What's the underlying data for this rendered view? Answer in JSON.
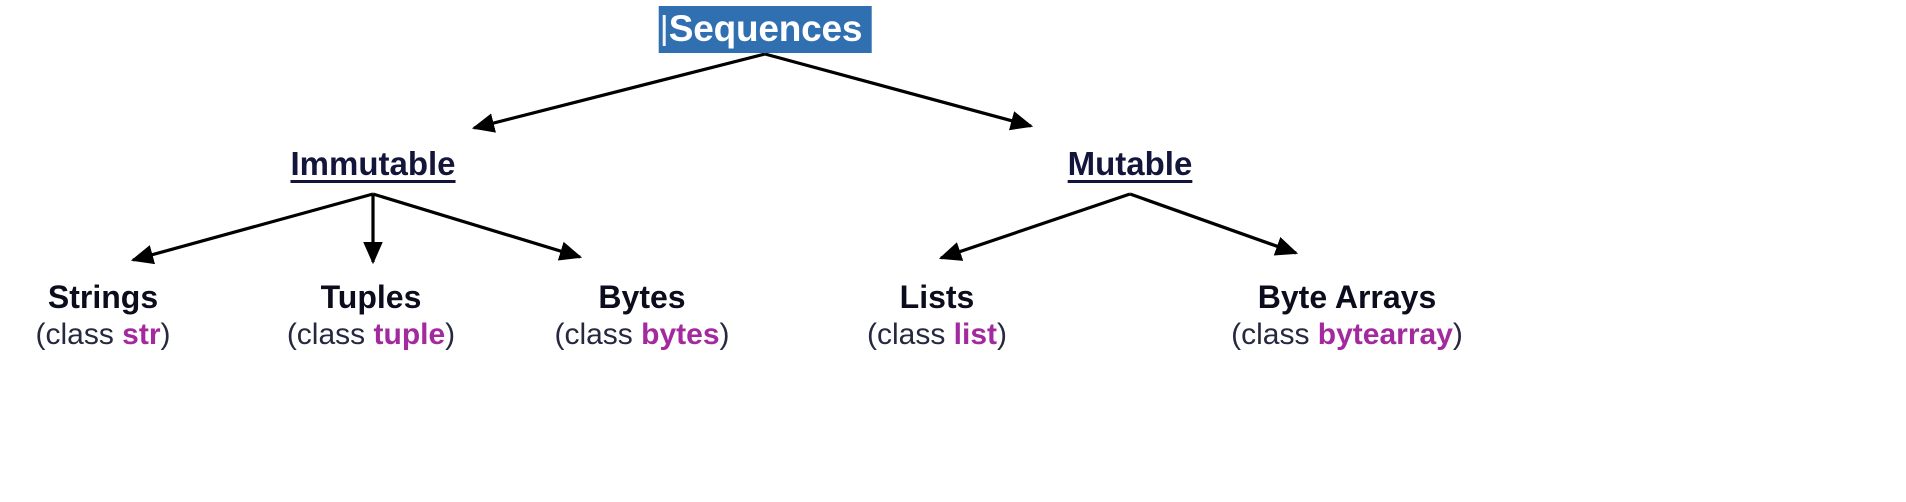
{
  "diagram": {
    "type": "tree",
    "title": "Sequences",
    "colors": {
      "highlight_blue": "#3070b0",
      "highlight_text": "#ffffff",
      "node_text": "#0b0c1c",
      "branch_text": "#13153a",
      "class_name": "#a32a9e",
      "edge": "#000000",
      "background": "#ffffff"
    },
    "root": {
      "label": "Sequences",
      "style": "selected-highlight"
    },
    "branches": [
      {
        "id": "immutable",
        "label": "Immutable"
      },
      {
        "id": "mutable",
        "label": "Mutable"
      }
    ],
    "leaves": [
      {
        "id": "strings",
        "parent": "immutable",
        "title": "Strings",
        "class_prefix": "(class ",
        "class_name": "str",
        "class_suffix": ")"
      },
      {
        "id": "tuples",
        "parent": "immutable",
        "title": "Tuples",
        "class_prefix": "(class ",
        "class_name": "tuple",
        "class_suffix": ")"
      },
      {
        "id": "bytes",
        "parent": "immutable",
        "title": "Bytes",
        "class_prefix": "(class ",
        "class_name": "bytes",
        "class_suffix": ")"
      },
      {
        "id": "lists",
        "parent": "mutable",
        "title": "Lists",
        "class_prefix": "(class ",
        "class_name": "list",
        "class_suffix": ")"
      },
      {
        "id": "bytearrays",
        "parent": "mutable",
        "title": "Byte Arrays",
        "class_prefix": "(class ",
        "class_name": "bytearray",
        "class_suffix": ")"
      }
    ],
    "edges": [
      {
        "from": "root",
        "to": "immutable"
      },
      {
        "from": "root",
        "to": "mutable"
      },
      {
        "from": "immutable",
        "to": "strings"
      },
      {
        "from": "immutable",
        "to": "tuples"
      },
      {
        "from": "immutable",
        "to": "bytes"
      },
      {
        "from": "mutable",
        "to": "lists"
      },
      {
        "from": "mutable",
        "to": "bytearrays"
      }
    ]
  }
}
